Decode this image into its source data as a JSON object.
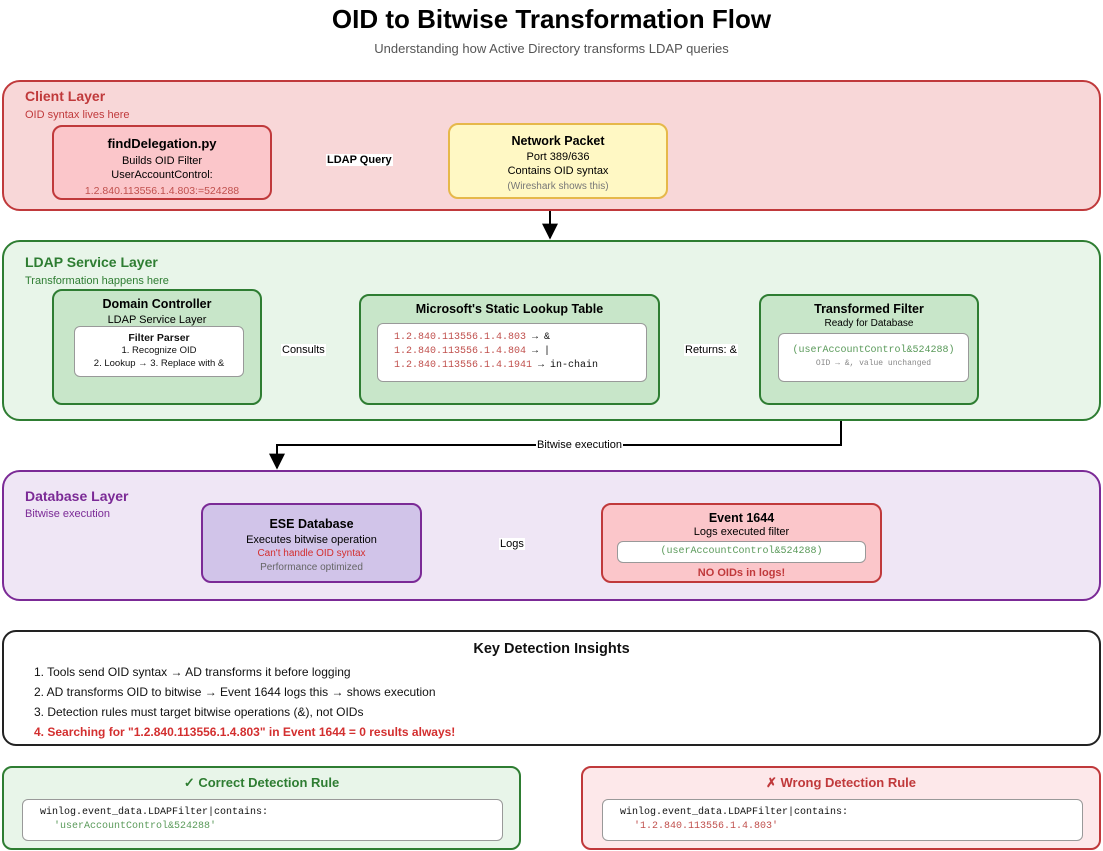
{
  "header": {
    "title": "OID to Bitwise Transformation Flow",
    "subtitle": "Understanding how Active Directory transforms LDAP queries"
  },
  "client_layer": {
    "title": "Client Layer",
    "subtitle": "OID syntax lives here",
    "find_delegation": {
      "title": "findDelegation.py",
      "line1": "Builds OID Filter",
      "line2": "UserAccountControl:",
      "line3": "1.2.840.113556.1.4.803:=524288"
    },
    "network_packet": {
      "title": "Network Packet",
      "line1": "Port 389/636",
      "line2": "Contains OID syntax",
      "line3": "(Wireshark shows this)"
    },
    "edge_ldap_query": "LDAP Query"
  },
  "ldap_layer": {
    "title": "LDAP Service Layer",
    "subtitle": "Transformation happens here",
    "domain_controller": {
      "title": "Domain Controller",
      "line1": "LDAP Service Layer",
      "parser_title": "Filter Parser",
      "parser_line1": "1. Recognize OID",
      "parser_line2": "2. Lookup → 3. Replace with &"
    },
    "lookup_table": {
      "title": "Microsoft's Static Lookup Table",
      "rows": [
        {
          "oid": "1.2.840.113556.1.4.803",
          "result": " → &"
        },
        {
          "oid": "1.2.840.113556.1.4.804",
          "result": " → |"
        },
        {
          "oid": "1.2.840.113556.1.4.1941",
          "result": " → in-chain"
        }
      ]
    },
    "transformed_filter": {
      "title": "Transformed Filter",
      "line1": "Ready for Database",
      "code": "(userAccountControl&524288)",
      "note": "OID → &, value unchanged"
    },
    "edge_consults": "Consults",
    "edge_returns": "Returns: &",
    "edge_bitwise": "Bitwise execution"
  },
  "db_layer": {
    "title": "Database Layer",
    "subtitle": "Bitwise execution",
    "ese": {
      "title": "ESE Database",
      "line1": "Executes bitwise operation",
      "line2": "Can't handle OID syntax",
      "line3": "Performance optimized"
    },
    "event": {
      "title": "Event 1644",
      "line1": "Logs executed filter",
      "code": "(userAccountControl&524288)",
      "warning": "NO OIDs in logs!"
    },
    "edge_logs": "Logs"
  },
  "insights": {
    "title": "Key Detection Insights",
    "items": [
      "1. Tools send OID syntax → AD transforms it before logging",
      "2. AD transforms OID to bitwise → Event 1644 logs this → shows execution",
      "3. Detection rules must target bitwise operations (&), not OIDs",
      "4. Searching for \"1.2.840.113556.1.4.803\" in Event 1644 = 0 results always!"
    ]
  },
  "correct_rule": {
    "title": "✓ Correct Detection Rule",
    "line1": "winlog.event_data.LDAPFilter|contains:",
    "line2": "'userAccountControl&524288'"
  },
  "wrong_rule": {
    "title": "✗ Wrong Detection Rule",
    "line1": "winlog.event_data.LDAPFilter|contains:",
    "line2": "'1.2.840.113556.1.4.803'"
  },
  "colors": {
    "client_layer": "#f8d7d8",
    "client_border": "#c0393b",
    "ldap_layer": "#e8f5e9",
    "ldap_border": "#2e7d32",
    "db_layer": "#efe6f5",
    "db_border": "#7b2a96",
    "code_red": "#c0504d",
    "code_green": "#5a9a5a"
  }
}
